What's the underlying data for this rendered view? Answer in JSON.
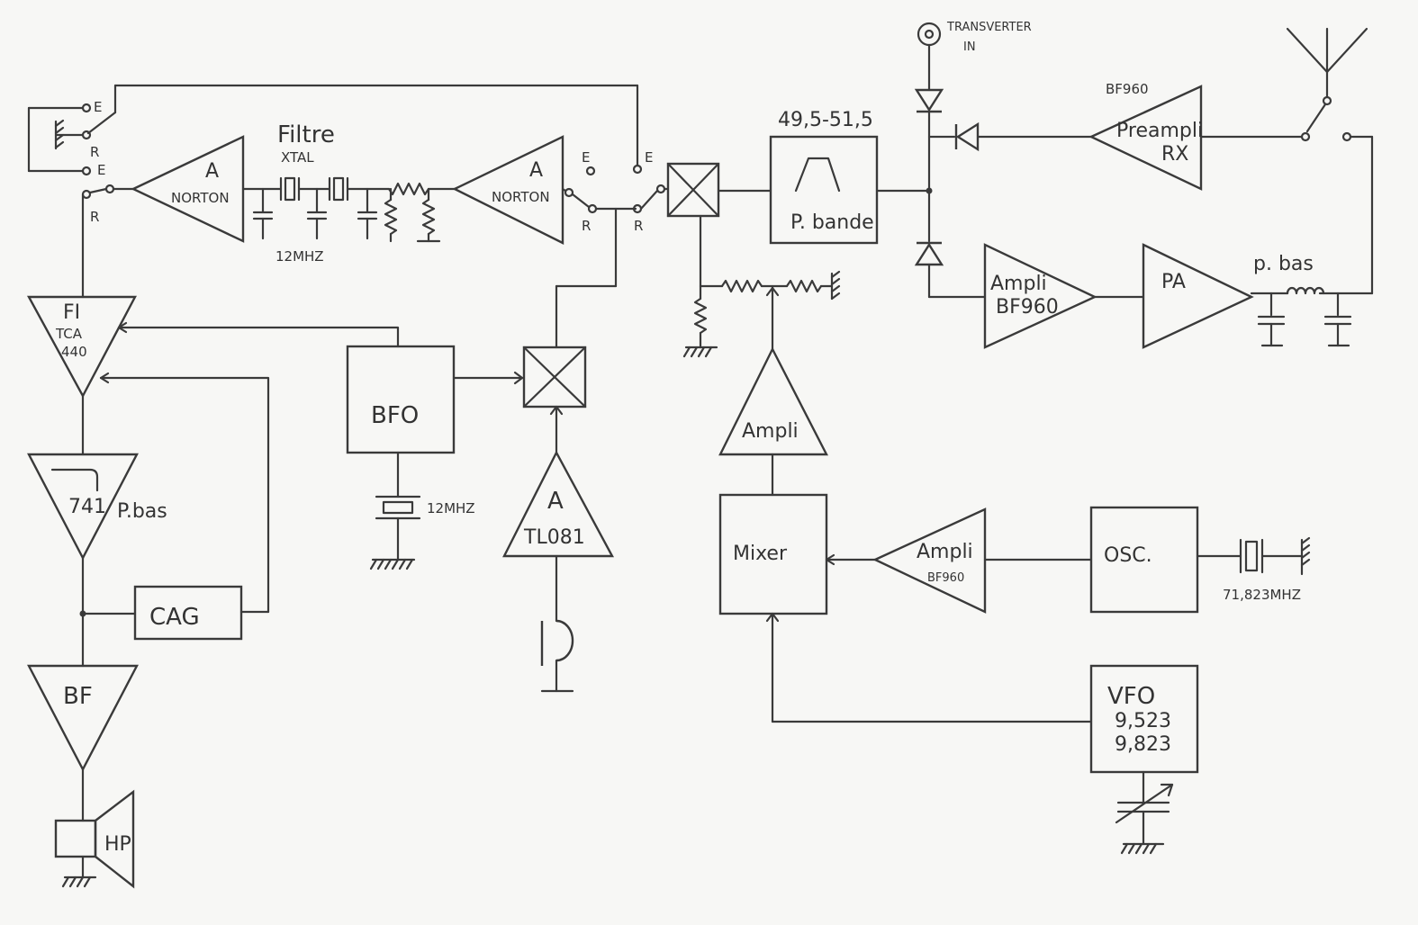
{
  "blocks": {
    "amp_norton_1": {
      "letter": "A",
      "name": "NORTON"
    },
    "xtal_filter": {
      "title": "Filtre",
      "sub": "XTAL",
      "freq": "12MHZ"
    },
    "amp_norton_2": {
      "letter": "A",
      "name": "NORTON"
    },
    "fi": {
      "l1": "FI",
      "l2": "TCA",
      "l3": "440"
    },
    "lowpass_741": {
      "l1": "741",
      "l2": "P.bas"
    },
    "cag": {
      "label": "CAG"
    },
    "bf": {
      "label": "BF"
    },
    "hp": {
      "label": "HP"
    },
    "bfo": {
      "label": "BFO",
      "xtal": "12MHZ"
    },
    "mic_amp": {
      "letter": "A",
      "name": "TL081"
    },
    "bandpass": {
      "range": "49,5-51,5",
      "label": "P. bande"
    },
    "ampli_tx": {
      "label": "Ampli"
    },
    "mixer": {
      "label": "Mixer"
    },
    "ampli_osc": {
      "l1": "Ampli",
      "l2": "BF960"
    },
    "osc": {
      "label": "OSC.",
      "xtal": "71,823MHZ"
    },
    "vfo": {
      "l1": "VFO",
      "l2": "9,523",
      "l3": "9,823"
    },
    "preampli": {
      "top": "BF960",
      "l1": "Preampli",
      "l2": "RX"
    },
    "ampli_bf960": {
      "l1": "Ampli",
      "l2": "BF960"
    },
    "pa": {
      "label": "PA"
    },
    "lowpass_out": {
      "label": "p. bas"
    },
    "transverter": {
      "l1": "TRANSVERTER",
      "l2": "IN"
    }
  },
  "switch_labels": {
    "e": "E",
    "r": "R"
  }
}
